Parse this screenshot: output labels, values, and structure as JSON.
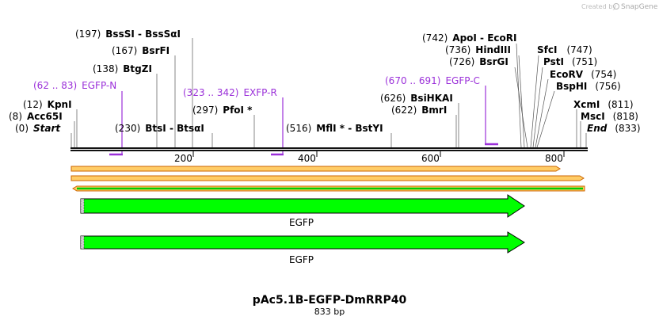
{
  "credit": {
    "prefix": "Created by",
    "brand": "SnapGene"
  },
  "sequence": {
    "name": "pAc5.1B-EGFP-DmRRP40",
    "length_label": "833 bp",
    "length": 833
  },
  "axis": {
    "ticks": [
      200,
      400,
      600,
      800
    ]
  },
  "colors": {
    "primer": "#9b30d9",
    "feature": "#00ff00",
    "orf_fill": "#ffcc66",
    "orf_border": "#cc6600"
  },
  "enzymes_left": [
    {
      "pos": "(197)",
      "name": "BssSI  - BssSαI"
    },
    {
      "pos": "(167)",
      "name": "BsrFI"
    },
    {
      "pos": "(138)",
      "name": "BtgZI"
    },
    {
      "pos": "(12)",
      "name": "KpnI"
    },
    {
      "pos": "(8)",
      "name": "Acc65I"
    },
    {
      "pos": "(0)",
      "name": "Start"
    },
    {
      "pos": "(230)",
      "name": "BtsI  - BtsαI"
    },
    {
      "pos": "(297)",
      "name": "PfoI *"
    },
    {
      "pos": "(516)",
      "name": "MflI *  - BstYI"
    }
  ],
  "enzymes_right": [
    {
      "pos": "(742)",
      "name": "ApoI  - EcoRI"
    },
    {
      "pos": "(736)",
      "name": "HindIII"
    },
    {
      "pos": "(726)",
      "name": "BsrGI"
    },
    {
      "pos": "(626)",
      "name": "BsiHKAI"
    },
    {
      "pos": "(622)",
      "name": "BmrI"
    },
    {
      "pos": "(747)",
      "name": "SfcI"
    },
    {
      "pos": "(751)",
      "name": "PstI"
    },
    {
      "pos": "(754)",
      "name": "EcoRV"
    },
    {
      "pos": "(756)",
      "name": "BspHI"
    },
    {
      "pos": "(811)",
      "name": "XcmI"
    },
    {
      "pos": "(818)",
      "name": "MscI"
    },
    {
      "pos": "(833)",
      "name": "End"
    }
  ],
  "primers": [
    {
      "pos": "(62 .. 83)",
      "name": "EGFP-N"
    },
    {
      "pos": "(323 .. 342)",
      "name": "EXFP-R"
    },
    {
      "pos": "(670 .. 691)",
      "name": "EGFP-C"
    }
  ],
  "features": [
    {
      "name": "EGFP"
    },
    {
      "name": "EGFP"
    }
  ]
}
